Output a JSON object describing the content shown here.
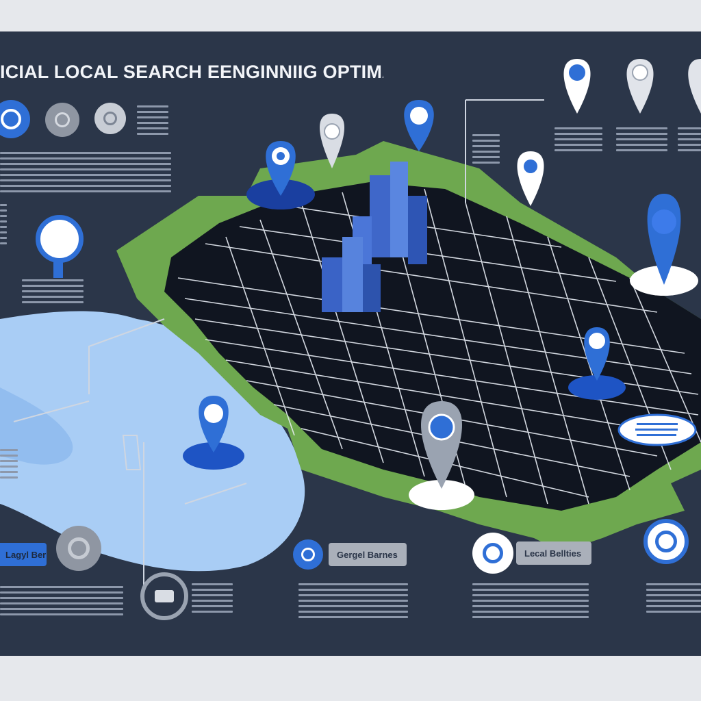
{
  "header": {
    "title": "ICIAL LOCAL SEARCH EENGINNIIG OPTIMATIES"
  },
  "callouts": {
    "left": "Lagyl Bernas",
    "center": "Gergel Barnes",
    "right": "Lecal Bellties"
  },
  "colors": {
    "background": "#2b3649",
    "map_grid": "#101520",
    "green_land": "#6ea84f",
    "water": "#a9cdf5",
    "pin_blue": "#2f6fd6",
    "pin_gray": "#c9ced6"
  },
  "icons": [
    "location-pin-icon",
    "gear-icon",
    "magnifier-icon",
    "target-icon",
    "building-icon"
  ]
}
